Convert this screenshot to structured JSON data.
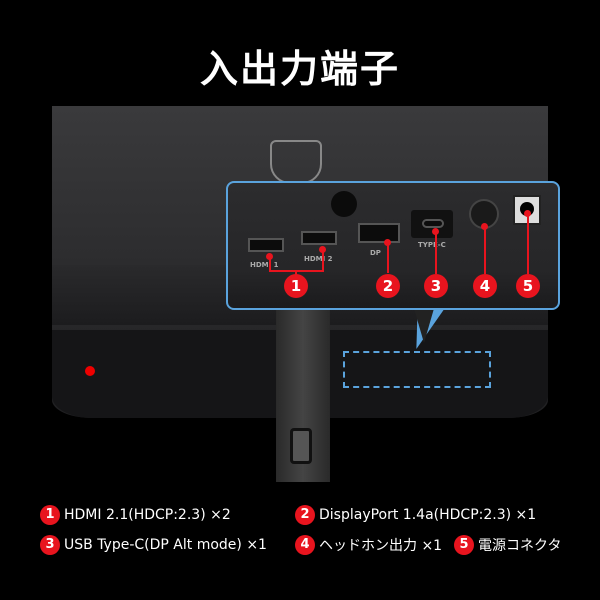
{
  "title": "入出力端子",
  "colors": {
    "accent_red": "#e8141e",
    "callout_border": "#5aa3dd",
    "background": "#000000"
  },
  "ports": [
    {
      "label": "HDMI 1"
    },
    {
      "label": "HDMI 2"
    },
    {
      "label": "DP"
    },
    {
      "label": "TYPE-C"
    }
  ],
  "markers": [
    "1",
    "2",
    "3",
    "4",
    "5"
  ],
  "legend": [
    {
      "num": "1",
      "text": "HDMI 2.1(HDCP:2.3) ×2"
    },
    {
      "num": "2",
      "text": "DisplayPort 1.4a(HDCP:2.3) ×1"
    },
    {
      "num": "3",
      "text": "USB Type-C(DP Alt mode) ×1"
    },
    {
      "num": "4",
      "text": "ヘッドホン出力 ×1"
    },
    {
      "num": "5",
      "text": "電源コネクタ"
    }
  ]
}
